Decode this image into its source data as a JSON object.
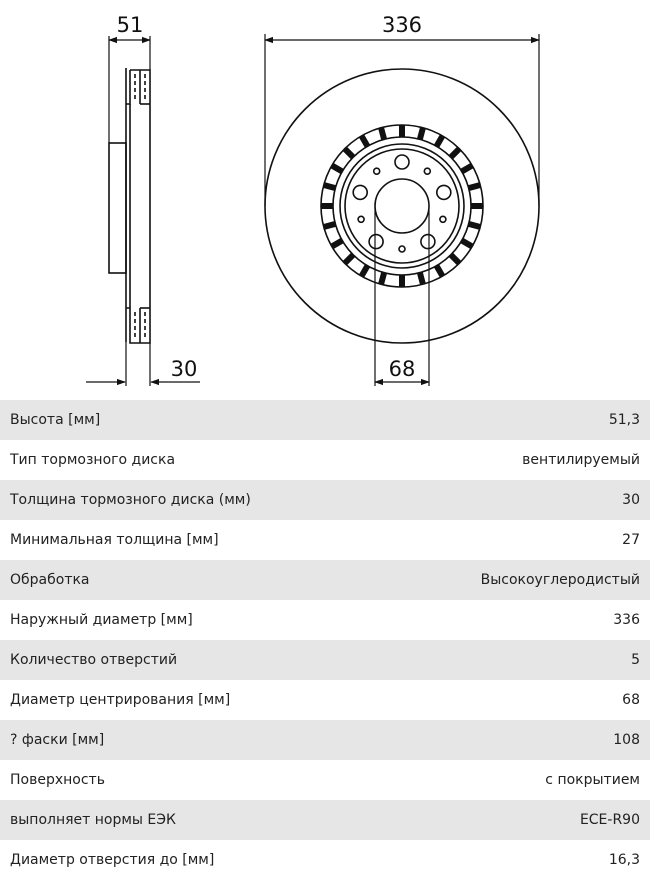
{
  "drawing": {
    "dim_thickness_total": "51",
    "dim_outer_diameter": "336",
    "dim_disc_thickness": "30",
    "dim_center_bore": "68"
  },
  "specs": [
    {
      "label": "Высота [мм]",
      "value": "51,3"
    },
    {
      "label": "Тип тормозного диска",
      "value": "вентилируемый"
    },
    {
      "label": "Толщина тормозного диска (мм)",
      "value": "30"
    },
    {
      "label": "Минимальная толщина [мм]",
      "value": "27"
    },
    {
      "label": "Обработка",
      "value": "Высокоуглеродистый"
    },
    {
      "label": "Наружный диаметр [мм]",
      "value": "336"
    },
    {
      "label": "Количество отверстий",
      "value": "5"
    },
    {
      "label": "Диаметр центрирования [мм]",
      "value": "68"
    },
    {
      "label": "? фаски [мм]",
      "value": "108"
    },
    {
      "label": "Поверхность",
      "value": "с покрытием"
    },
    {
      "label": "выполняет нормы ЕЭК",
      "value": "ECE-R90"
    },
    {
      "label": "Диаметр отверстия до [мм]",
      "value": "16,3"
    }
  ]
}
